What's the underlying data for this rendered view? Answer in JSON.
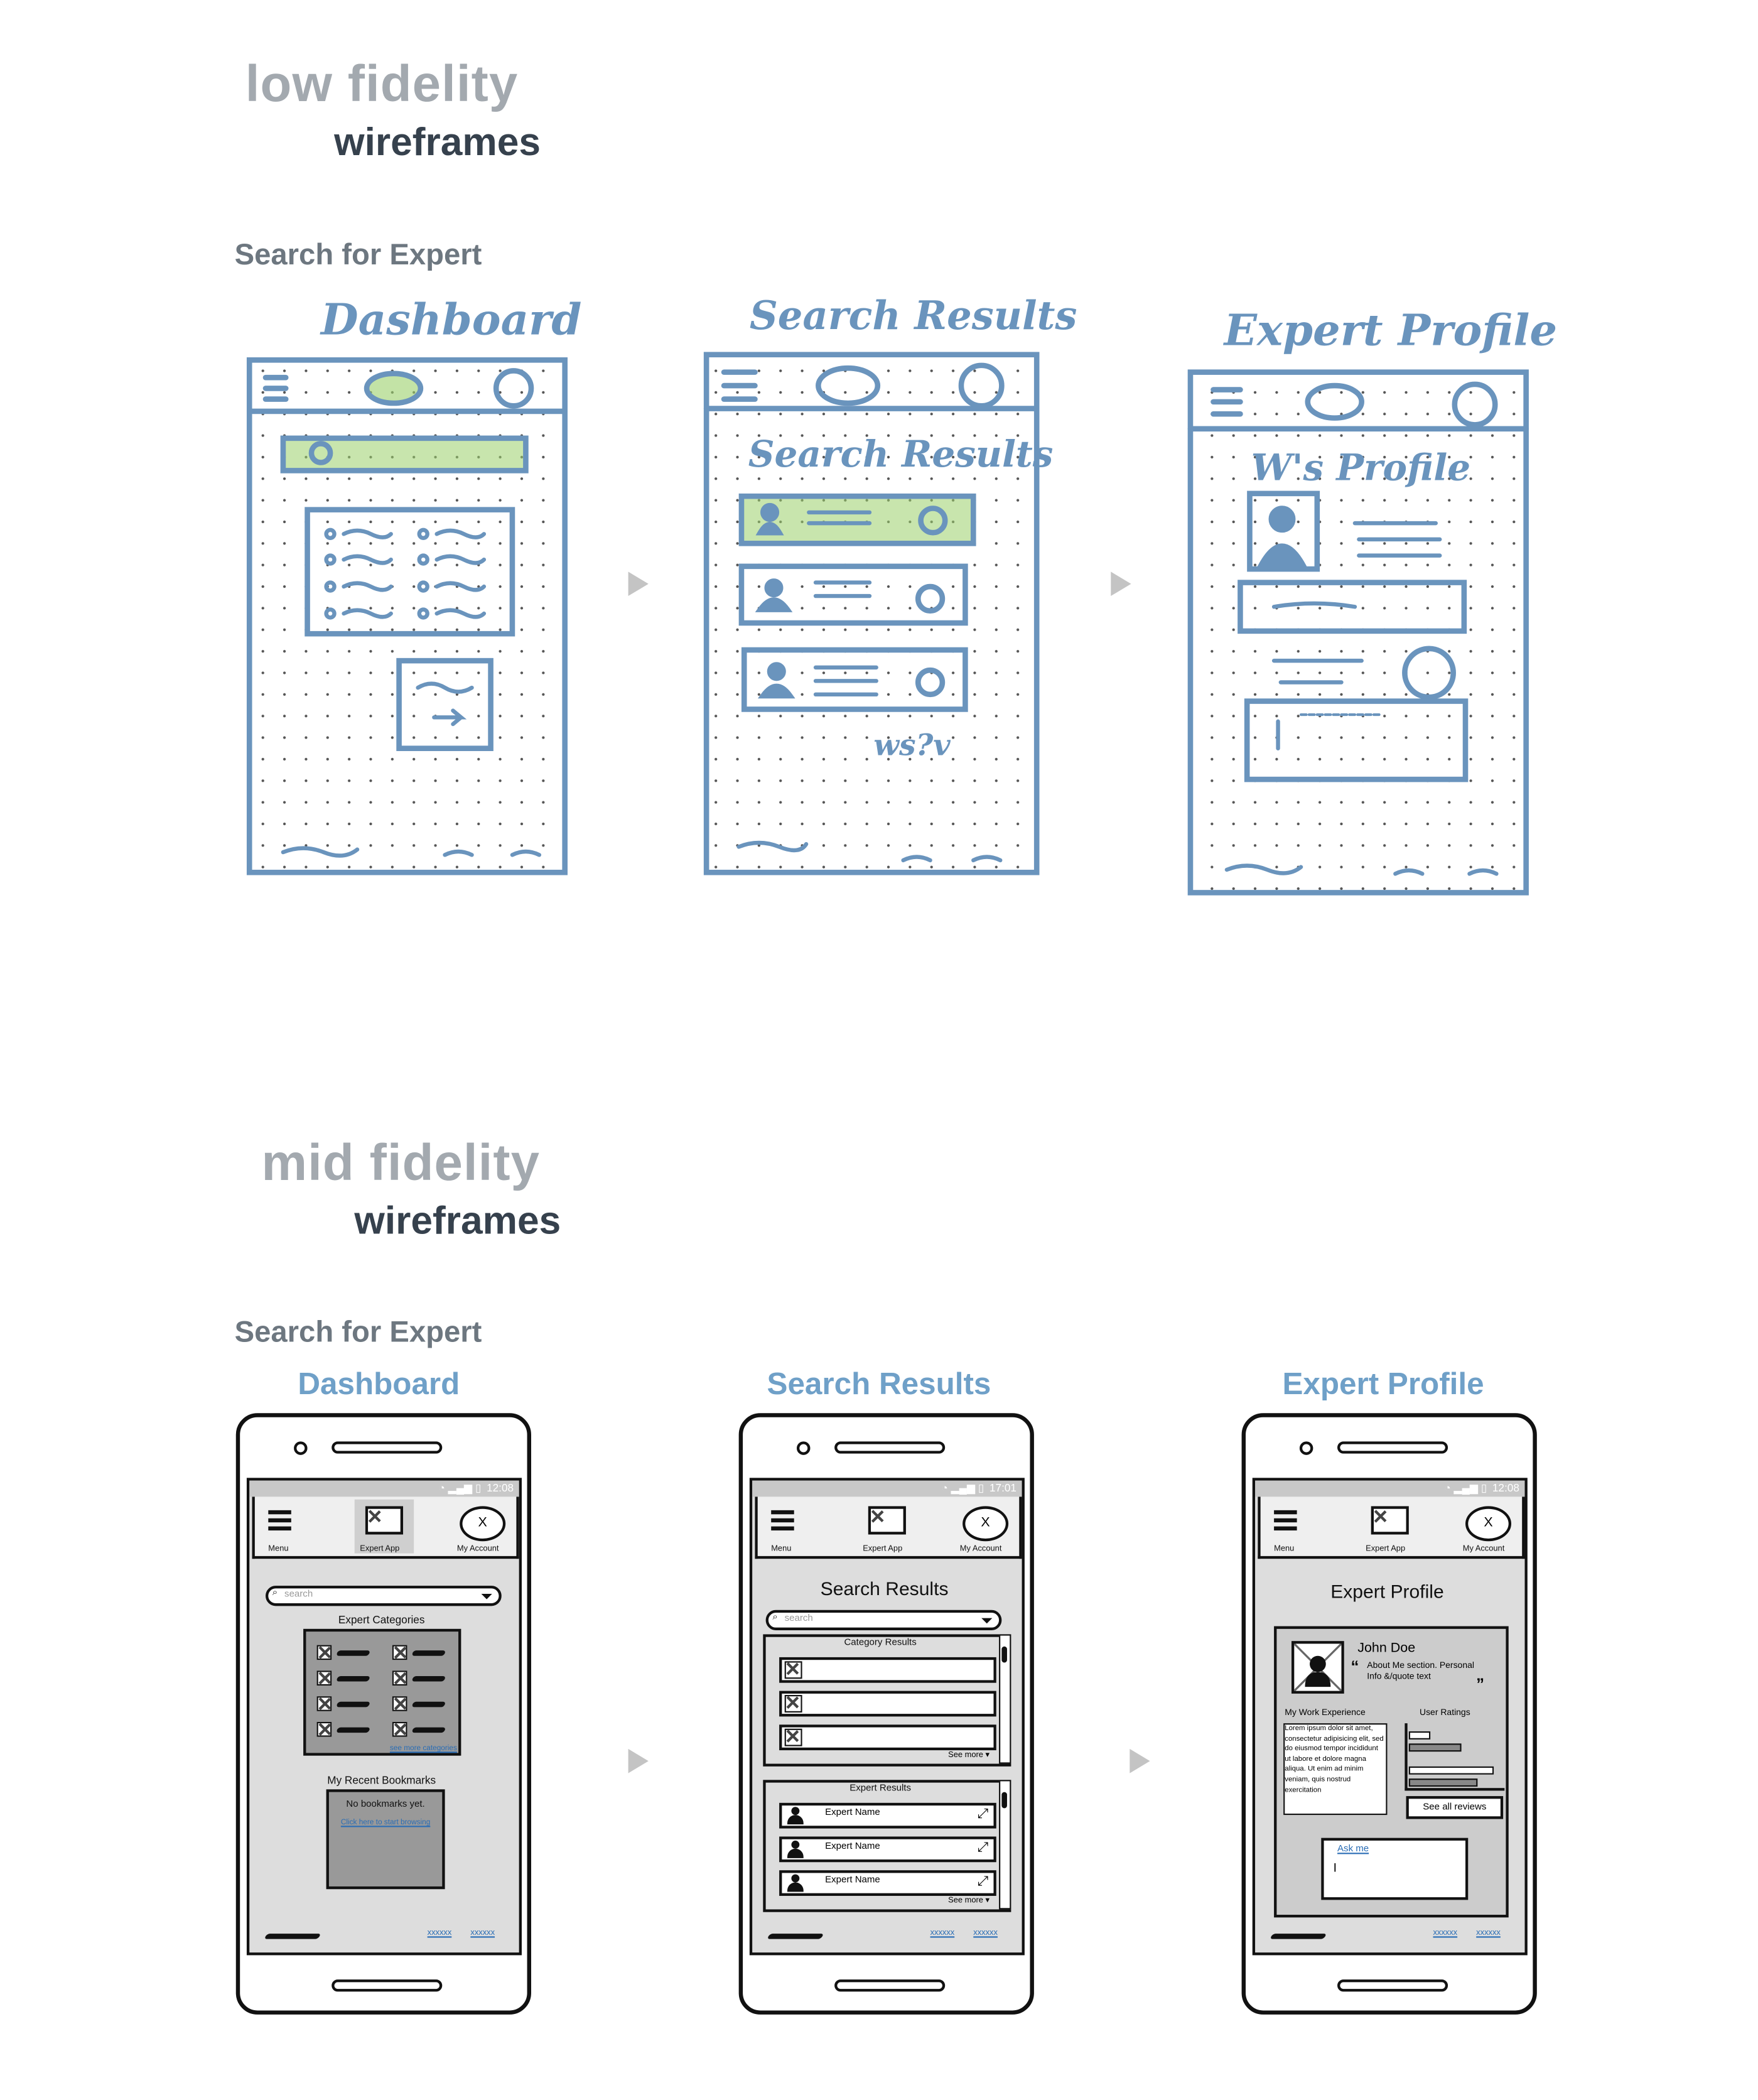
{
  "low_fi": {
    "title_line1": "low fidelity",
    "title_line2": "wireframes",
    "flow_label": "Search for Expert",
    "sketches": [
      {
        "title": "Dashboard"
      },
      {
        "title": "Search Results",
        "heading": "Search Results",
        "footer_note": "ws?v"
      },
      {
        "title": "Expert Profile",
        "heading": "W's Profile"
      }
    ]
  },
  "mid_fi": {
    "title_line1": "mid fidelity",
    "title_line2": "wireframes",
    "flow_label": "Search for Expert",
    "header": {
      "menu_label": "Menu",
      "app_label": "Expert App",
      "account_label": "My Account",
      "account_icon": "X"
    },
    "footer_links": [
      "xxxxxx",
      "xxxxxx"
    ],
    "dashboard": {
      "title": "Dashboard",
      "time": "12:08",
      "search_placeholder": "search",
      "categories_heading": "Expert Categories",
      "see_more_categories": "see more categories",
      "bookmarks_heading": "My Recent Bookmarks",
      "no_bookmarks": "No bookmarks yet.",
      "start_browsing": "Click here to start browsing"
    },
    "search_results": {
      "title": "Search Results",
      "time": "17:01",
      "heading": "Search Results",
      "search_placeholder": "search",
      "category_heading": "Category Results",
      "expert_heading": "Expert Results",
      "see_more": "See more",
      "experts": [
        "Expert Name",
        "Expert Name",
        "Expert Name"
      ]
    },
    "expert_profile": {
      "title": "Expert Profile",
      "time": "12:08",
      "heading": "Expert Profile",
      "name": "John Doe",
      "about": "About Me section. Personal Info &/quote text",
      "work_heading": "My Work Experience",
      "work_text": "Lorem ipsum dolor sit amet, consectetur adipisicing elit, sed do eiusmod tempor incididunt ut labore et dolore magna aliqua. Ut enim ad minim veniam, quis nostrud exercitation",
      "ratings_heading": "User Ratings",
      "ratings_bars": [
        0.2,
        0.55,
        0.9,
        0.72
      ],
      "see_all_reviews": "See all reviews",
      "ask_me": "Ask me"
    }
  },
  "colors": {
    "sketch_blue": "#6a94bd",
    "highlight_green": "#9bd06a",
    "accent_blue": "#6fa0c8",
    "link_blue": "#2a6db5"
  }
}
